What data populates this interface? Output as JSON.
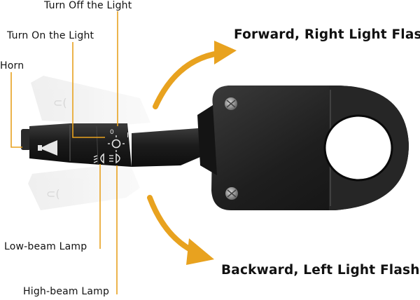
{
  "labels": {
    "turn_off": "Turn Off the Light",
    "turn_on": "Turn On the Light",
    "horn": "Horn",
    "low_beam": "Low-beam Lamp",
    "high_beam": "High-beam Lamp",
    "forward": "Forward, Right Light Flash",
    "backward": "Backward, Left Light Flash"
  },
  "switch_marks": {
    "off_symbol": "0",
    "stem_mark": "I"
  },
  "colors": {
    "accent_arrow": "#E8A21F",
    "leader_line": "#E8A21F",
    "body": "#1c1c1c",
    "text": "#111111"
  }
}
